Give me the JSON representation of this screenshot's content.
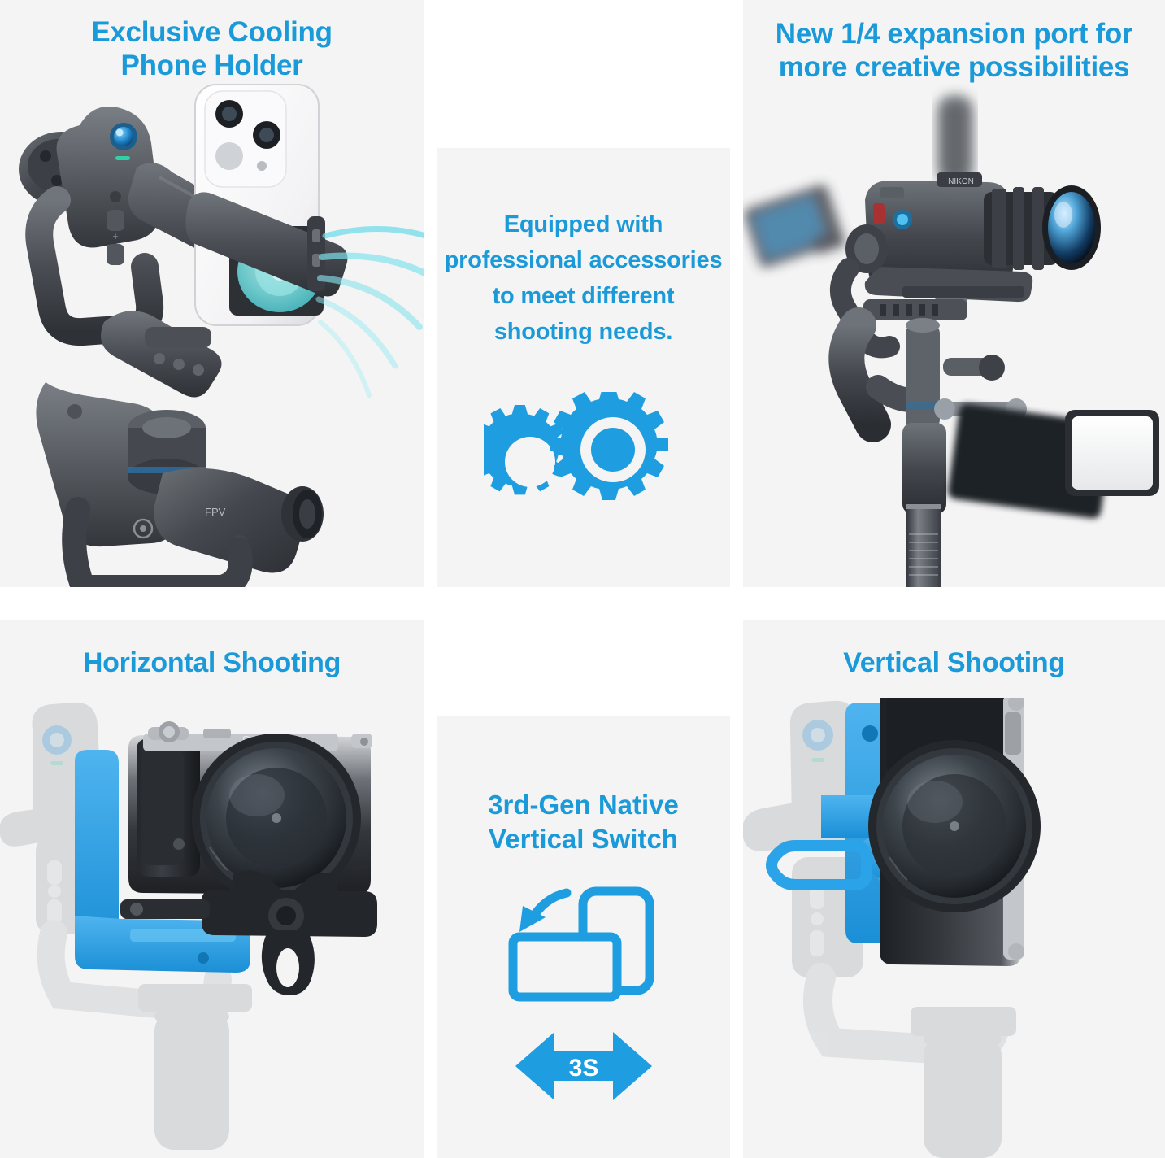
{
  "brand_colors": {
    "accent_blue": "#1a9ad8",
    "icon_blue": "#1e9ee0",
    "panel_background": "#f4f4f4",
    "page_background": "#ffffff",
    "bracket_blue": "#2aa3e8"
  },
  "panels": {
    "cooling": {
      "headline": "Exclusive Cooling\nPhone Holder",
      "image_alt": "Handheld 3-axis gimbal with smartphone mounted in cooling phone holder, cyan airflow streaks emitting from the fan"
    },
    "accessories": {
      "copy": "Equipped with\nprofessional accessories\nto meet different\nshooting needs.",
      "icon": "gears-icon"
    },
    "expansion": {
      "headline": "New 1/4 expansion port for\nmore creative possibilities",
      "image_alt": "Gimbal rig holding a mirrorless camera with telephoto lens, shotgun microphone, external monitor and LED light panel"
    },
    "horizontal": {
      "headline": "Horizontal Shooting",
      "image_alt": "Mirrorless camera mounted horizontally on a blue L-bracket quick release plate"
    },
    "vertical_switch": {
      "headline": "3rd-Gen Native\nVertical Switch",
      "icons": [
        "rotate-phone-icon",
        "switch-3s-icon"
      ],
      "badge_label": "3S"
    },
    "vertical": {
      "headline": "Vertical Shooting",
      "image_alt": "Mirrorless camera mounted vertically on the blue native vertical switch bracket"
    }
  }
}
